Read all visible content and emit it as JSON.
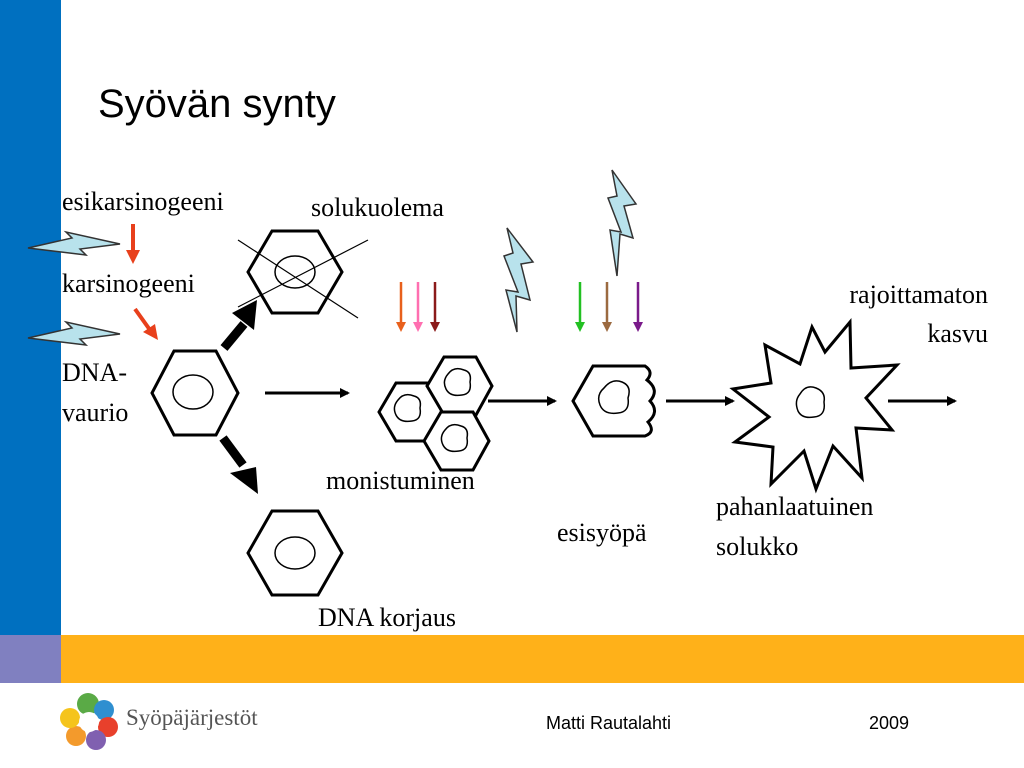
{
  "slide": {
    "title": "Syövän synty",
    "colors": {
      "blue": "#0070C0",
      "purple": "#8080C0",
      "orange": "#FFB119",
      "lightning": "#B8E2EC"
    }
  },
  "labels": {
    "esikarsinogeeni": "esikarsinogeeni",
    "karsinogeeni": "karsinogeeni",
    "solukuolema": "solukuolema",
    "dna_vaurio": [
      "DNA-",
      "vaurio"
    ],
    "monistuminen": "monistuminen",
    "esisyopa": "esisyöpä",
    "pahanlaatuinen": [
      "pahanlaatuinen",
      "solukko"
    ],
    "rajoittamaton": [
      "rajoittamaton",
      "kasvu"
    ],
    "dna_korjaus": "DNA korjaus"
  },
  "footer": {
    "logo_text": "Syöpäjärjestöt",
    "author": "Matti Rautalahti",
    "year": "2009"
  }
}
